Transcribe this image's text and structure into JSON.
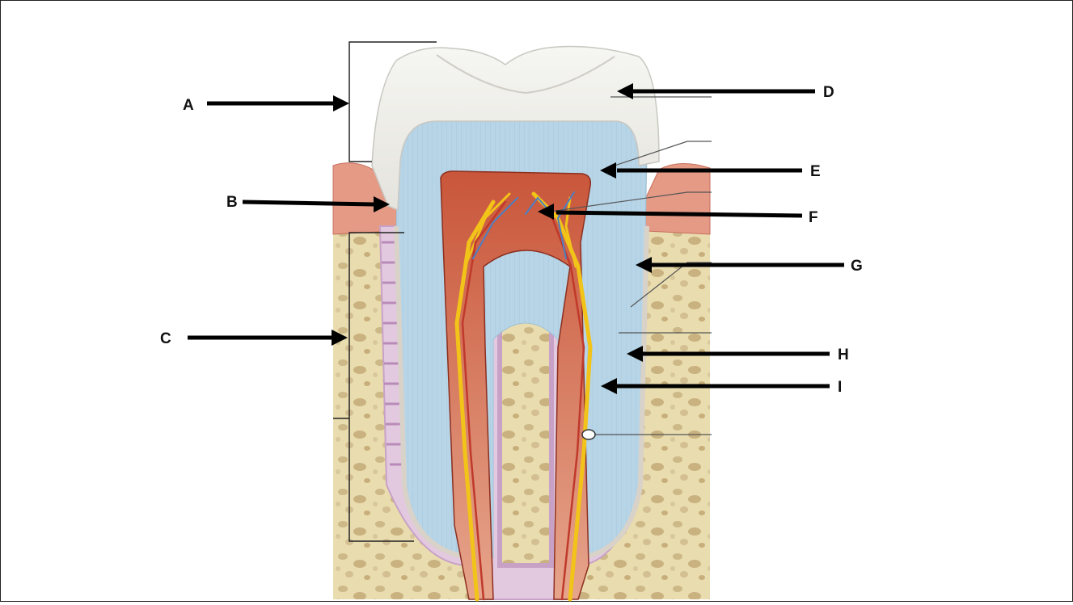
{
  "diagram": {
    "labels": [
      {
        "id": "A",
        "text": "A"
      },
      {
        "id": "B",
        "text": "B"
      },
      {
        "id": "C",
        "text": "C"
      },
      {
        "id": "D",
        "text": "D"
      },
      {
        "id": "E",
        "text": "E"
      },
      {
        "id": "F",
        "text": "F"
      },
      {
        "id": "G",
        "text": "G"
      },
      {
        "id": "H",
        "text": "H"
      },
      {
        "id": "I",
        "text": "I"
      }
    ],
    "colors": {
      "enamel": "#ecebe6",
      "dentin": "#b5d4e6",
      "pulp": "#c85a3e",
      "gingiva": "#e59a86",
      "bone": "#e9dcae",
      "cementum": "#d9d2c8",
      "ligament": "#d6b7d6",
      "nerve": "#f2c318",
      "vessel_red": "#c0392b",
      "vessel_blue": "#4b7fc3"
    }
  }
}
